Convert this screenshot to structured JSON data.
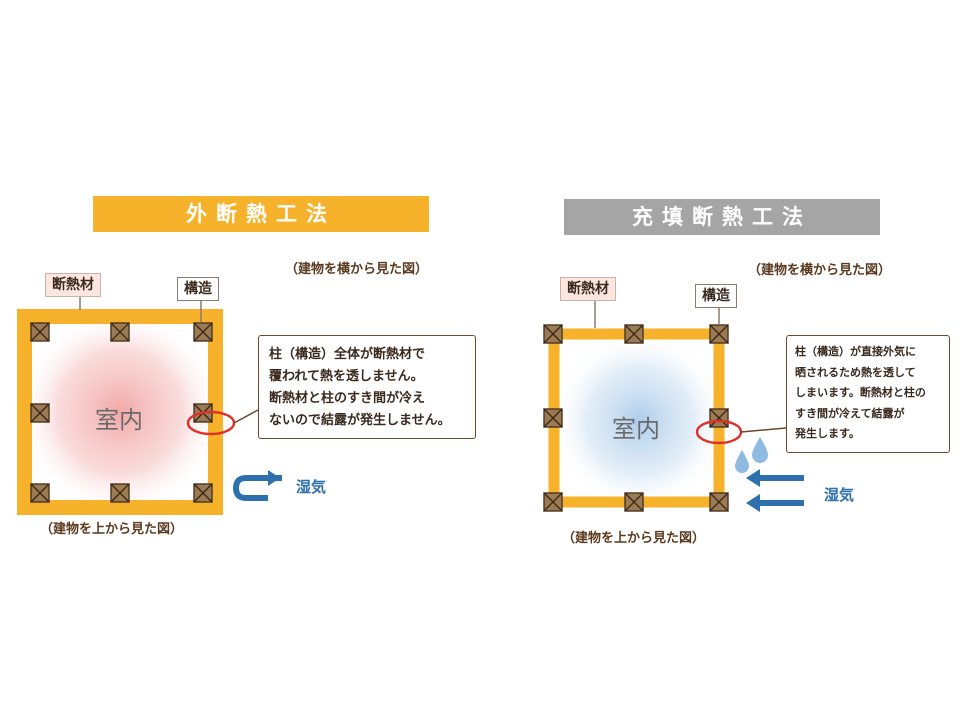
{
  "left": {
    "title": "外断熱工法",
    "banner_color": "#f5b22a",
    "side_view": "（建物を横から見た図）",
    "top_view": "（建物を上から見た図）",
    "insulation_tag": "断熱材",
    "structure_tag": "構造",
    "room_label": "室内",
    "note_lines": [
      "柱（構造）全体が断熱材で",
      "覆われて熱を透しません。",
      "断熱材と柱のすき間が冷え",
      "ないので結露が発生しません。"
    ],
    "moisture_label": "湿気"
  },
  "right": {
    "title": "充填断熱工法",
    "banner_color": "#a5a5a5",
    "side_view": "（建物を横から見た図）",
    "top_view": "（建物を上から見た図）",
    "insulation_tag": "断熱材",
    "structure_tag": "構造",
    "room_label": "室内",
    "note_lines": [
      "柱（構造）が直接外気に",
      "晒されるため熱を透して",
      "しまいます。断熱材と柱の",
      "すき間が冷えて結露が",
      "発生します。"
    ],
    "moisture_label": "湿気"
  },
  "colors": {
    "insulation": "#f5b22a",
    "column": "#9a7b54",
    "warm_room": "#f2a3a3",
    "cool_room": "#a9cbea",
    "moisture": "#2e6fae",
    "highlight": "#e0302a"
  },
  "icons": [
    "column-icon",
    "curved-arrow-icon",
    "left-arrow-icon",
    "water-drop-icon"
  ]
}
